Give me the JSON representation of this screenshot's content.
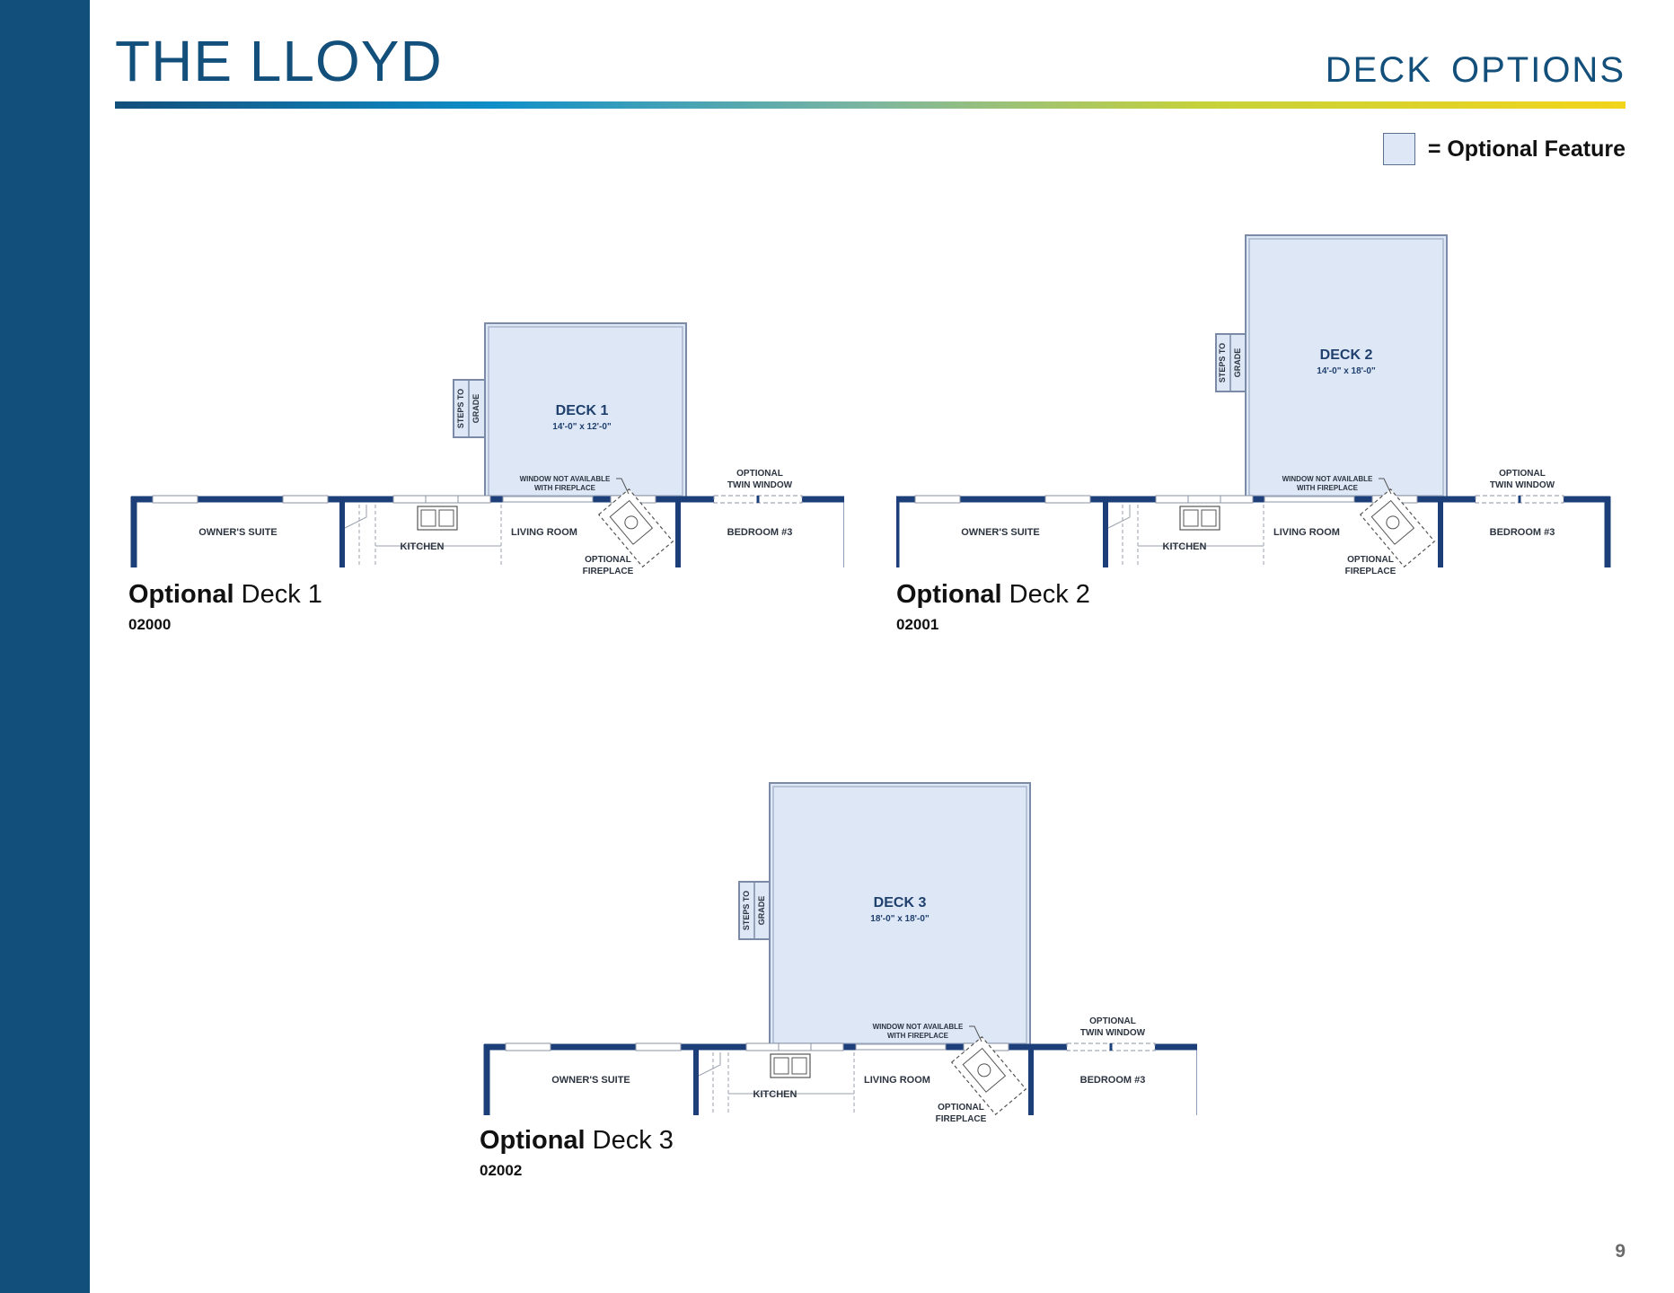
{
  "header": {
    "title": "THE LLOYD",
    "subtitle": "DECK  OPTIONS"
  },
  "legend": {
    "text": "= Optional Feature",
    "swatch_color": "#dde7f6"
  },
  "common_labels": {
    "owners_suite": "OWNER'S SUITE",
    "kitchen": "KITCHEN",
    "living_room": "LIVING ROOM",
    "bedroom3": "BEDROOM #3",
    "window_note_1": "WINDOW NOT AVAILABLE",
    "window_note_2": "WITH FIREPLACE",
    "twin_window_1": "OPTIONAL",
    "twin_window_2": "TWIN WINDOW",
    "fireplace_1": "OPTIONAL",
    "fireplace_2": "FIREPLACE",
    "steps_1": "STEPS TO",
    "steps_2": "GRADE"
  },
  "plans": [
    {
      "deck_name": "DECK 1",
      "deck_size": "14'-0\" x 12'-0\"",
      "caption_bold": "Optional",
      "caption_rest": " Deck 1",
      "code": "02000"
    },
    {
      "deck_name": "DECK 2",
      "deck_size": "14'-0\" x 18'-0\"",
      "caption_bold": "Optional",
      "caption_rest": " Deck 2",
      "code": "02001"
    },
    {
      "deck_name": "DECK 3",
      "deck_size": "18'-0\" x 18'-0\"",
      "caption_bold": "Optional",
      "caption_rest": " Deck 3",
      "code": "02002"
    }
  ],
  "page_number": "9",
  "colors": {
    "sidebar": "#134f7b",
    "wall": "#1c3f79",
    "deck_fill": "#dde7f6",
    "title": "#134f7b"
  }
}
